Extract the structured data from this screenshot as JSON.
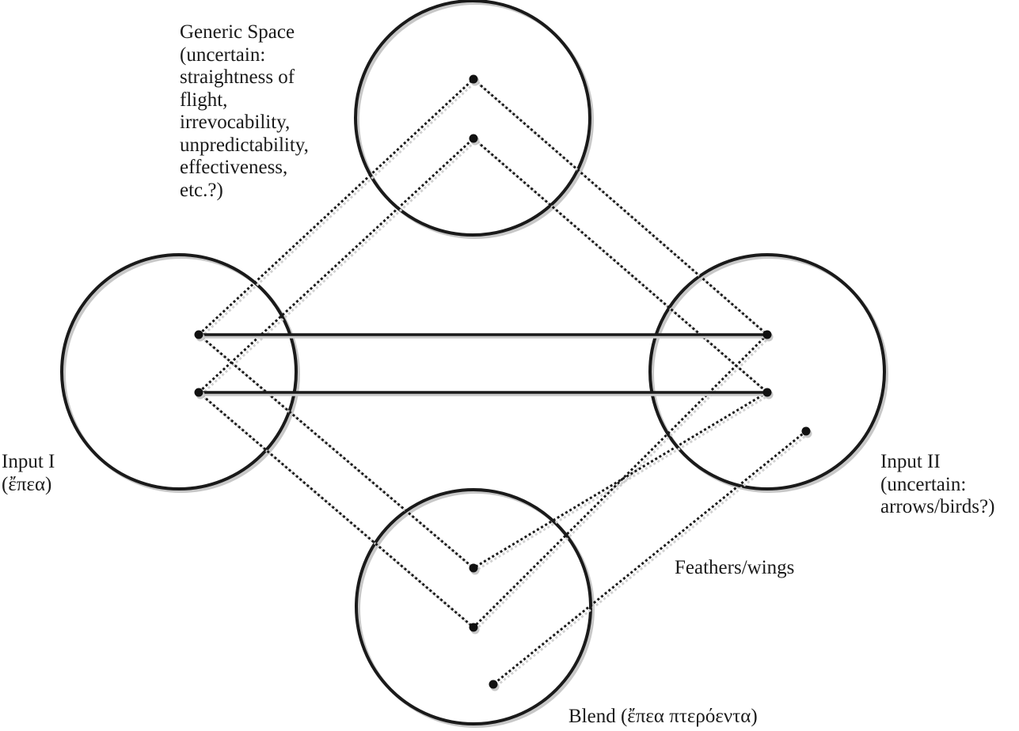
{
  "diagram": {
    "spaces": {
      "generic": {
        "name": "Generic Space",
        "lines": [
          "Generic Space",
          "(uncertain:",
          "straightness of",
          "flight,",
          "irrevocability,",
          "unpredictability,",
          "effectiveness,",
          "etc.?)"
        ]
      },
      "input1": {
        "lines": [
          "Input I",
          "(ἔπεα)"
        ]
      },
      "input2": {
        "lines": [
          "Input II",
          "(uncertain:",
          "arrows/birds?)"
        ]
      },
      "blend": {
        "lines": [
          "Blend (ἔπεα πτερόεντα)"
        ]
      }
    },
    "extra_label": "Feathers/wings",
    "connections": [
      {
        "from": "input1",
        "to": "input2",
        "style": "solid"
      },
      {
        "from": "input1",
        "to": "input2",
        "style": "solid"
      },
      {
        "from": "input1",
        "to": "generic",
        "style": "dotted"
      },
      {
        "from": "generic",
        "to": "input2",
        "style": "dotted"
      },
      {
        "from": "input1",
        "to": "blend",
        "style": "dotted"
      },
      {
        "from": "input2",
        "to": "blend",
        "style": "dotted"
      },
      {
        "from": "input2",
        "to": "blend",
        "style": "dotted",
        "note": "feathers/wings projection"
      }
    ]
  }
}
